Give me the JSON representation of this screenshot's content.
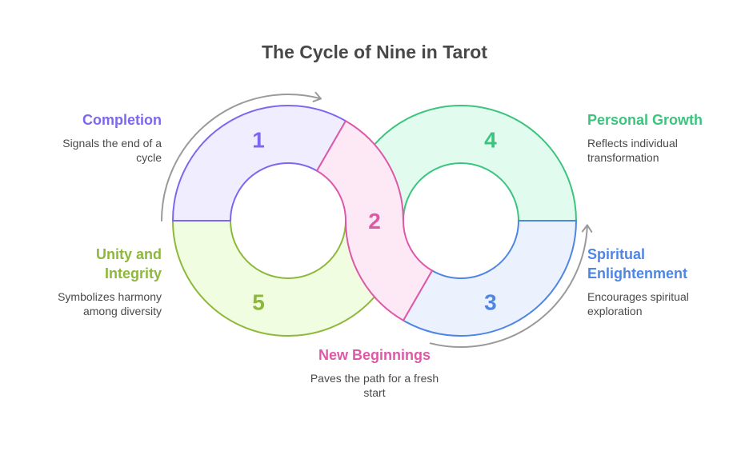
{
  "title": "The Cycle of Nine in Tarot",
  "segments": [
    {
      "number": "1",
      "heading": "Completion",
      "description_lines": [
        "Signals the end of a",
        "cycle"
      ],
      "stroke": "#7b68ee",
      "fill": "#f0eefe"
    },
    {
      "number": "2",
      "heading": "New Beginnings",
      "description_lines": [
        "Paves the path for a fresh",
        "start"
      ],
      "stroke": "#de58a8",
      "fill": "#fde8f5"
    },
    {
      "number": "3",
      "heading": "Spiritual Enlightenment",
      "heading_lines": [
        "Spiritual",
        "Enlightenment"
      ],
      "description_lines": [
        "Encourages spiritual",
        "exploration"
      ],
      "stroke": "#4e86e4",
      "fill": "#ebf2fe"
    },
    {
      "number": "4",
      "heading": "Personal Growth",
      "description_lines": [
        "Reflects individual",
        "transformation"
      ],
      "stroke": "#3cc47e",
      "fill": "#e1fbef"
    },
    {
      "number": "5",
      "heading": "Unity and Integrity",
      "heading_lines": [
        "Unity and",
        "Integrity"
      ],
      "description_lines": [
        "Symbolizes harmony",
        "among diversity"
      ],
      "stroke": "#8db83c",
      "fill": "#f1fde0"
    }
  ],
  "arrow_color": "#9a9a9a"
}
